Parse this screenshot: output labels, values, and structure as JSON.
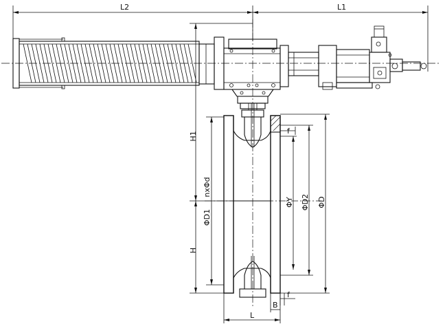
{
  "labels": {
    "L2": "L2",
    "L1": "L1",
    "H1": "H1",
    "H": "H",
    "nxd": "nxΦd",
    "D1": "ΦD1",
    "Y": "ΦY",
    "D2": "ΦD2",
    "D": "ΦD",
    "f_top": "f",
    "f_bottom": "f",
    "B": "B",
    "L": "L"
  }
}
